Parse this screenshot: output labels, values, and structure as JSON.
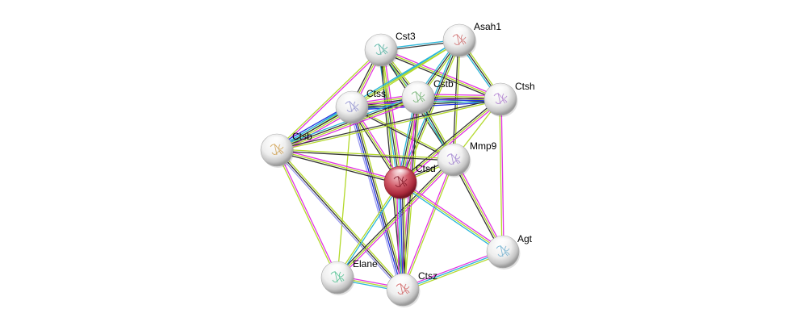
{
  "network": {
    "center_color": "#c0394a",
    "neighbor_color": "#e8e8e8",
    "edge_colors": {
      "black": "#333333",
      "lime": "#b3d92a",
      "magenta": "#e233e2",
      "cyan": "#29b6d9",
      "blue": "#2233dd",
      "lavender": "#9999ee"
    },
    "nodes": [
      {
        "id": "Cst3",
        "label": "Cst3",
        "query": false
      },
      {
        "id": "Asah1",
        "label": "Asah1",
        "query": false
      },
      {
        "id": "Ctss",
        "label": "Ctss",
        "query": false
      },
      {
        "id": "Cstb",
        "label": "Cstb",
        "query": false
      },
      {
        "id": "Ctsh",
        "label": "Ctsh",
        "query": false
      },
      {
        "id": "Ctsb",
        "label": "Ctsb",
        "query": false
      },
      {
        "id": "Mmp9",
        "label": "Mmp9",
        "query": false
      },
      {
        "id": "Ctsd",
        "label": "Ctsd",
        "query": true
      },
      {
        "id": "Agt",
        "label": "Agt",
        "query": false
      },
      {
        "id": "Elane",
        "label": "Elane",
        "query": false
      },
      {
        "id": "Ctsz",
        "label": "Ctsz",
        "query": false
      }
    ],
    "edges": [
      {
        "a": "Cst3",
        "b": "Asah1",
        "colors": [
          "cyan",
          "black"
        ]
      },
      {
        "a": "Cst3",
        "b": "Ctss",
        "colors": [
          "magenta",
          "lime",
          "black"
        ]
      },
      {
        "a": "Cst3",
        "b": "Cstb",
        "colors": [
          "lime",
          "black",
          "cyan"
        ]
      },
      {
        "a": "Cst3",
        "b": "Ctsh",
        "colors": [
          "magenta",
          "lime",
          "black"
        ]
      },
      {
        "a": "Cst3",
        "b": "Ctsb",
        "colors": [
          "magenta",
          "lime"
        ]
      },
      {
        "a": "Cst3",
        "b": "Ctsd",
        "colors": [
          "magenta",
          "lime",
          "black",
          "cyan"
        ]
      },
      {
        "a": "Cst3",
        "b": "Mmp9",
        "colors": [
          "lime",
          "black"
        ]
      },
      {
        "a": "Cst3",
        "b": "Ctsz",
        "colors": [
          "lime",
          "black"
        ]
      },
      {
        "a": "Asah1",
        "b": "Ctss",
        "colors": [
          "lime",
          "cyan"
        ]
      },
      {
        "a": "Asah1",
        "b": "Cstb",
        "colors": [
          "lime",
          "black",
          "cyan"
        ]
      },
      {
        "a": "Asah1",
        "b": "Ctsh",
        "colors": [
          "lime",
          "black",
          "cyan"
        ]
      },
      {
        "a": "Asah1",
        "b": "Ctsd",
        "colors": [
          "lime",
          "black",
          "cyan"
        ]
      },
      {
        "a": "Asah1",
        "b": "Mmp9",
        "colors": [
          "lime",
          "black"
        ]
      },
      {
        "a": "Asah1",
        "b": "Ctsb",
        "colors": [
          "lime",
          "cyan"
        ]
      },
      {
        "a": "Ctss",
        "b": "Cstb",
        "colors": [
          "magenta",
          "lime",
          "black",
          "blue",
          "cyan"
        ]
      },
      {
        "a": "Ctss",
        "b": "Ctsh",
        "colors": [
          "magenta",
          "lime",
          "black",
          "blue"
        ]
      },
      {
        "a": "Ctss",
        "b": "Ctsb",
        "colors": [
          "magenta",
          "lime",
          "black",
          "cyan",
          "blue"
        ]
      },
      {
        "a": "Ctss",
        "b": "Ctsd",
        "colors": [
          "magenta",
          "lime",
          "black"
        ]
      },
      {
        "a": "Ctss",
        "b": "Mmp9",
        "colors": [
          "lime",
          "black"
        ]
      },
      {
        "a": "Ctss",
        "b": "Ctsz",
        "colors": [
          "lime",
          "black",
          "blue",
          "lavender"
        ]
      },
      {
        "a": "Ctss",
        "b": "Elane",
        "colors": [
          "lime"
        ]
      },
      {
        "a": "Cstb",
        "b": "Ctsh",
        "colors": [
          "magenta",
          "lime",
          "black",
          "blue",
          "cyan"
        ]
      },
      {
        "a": "Cstb",
        "b": "Ctsb",
        "colors": [
          "magenta",
          "lime",
          "black",
          "cyan"
        ]
      },
      {
        "a": "Cstb",
        "b": "Ctsd",
        "colors": [
          "magenta",
          "lime",
          "black",
          "cyan"
        ]
      },
      {
        "a": "Cstb",
        "b": "Mmp9",
        "colors": [
          "lime",
          "black",
          "cyan"
        ]
      },
      {
        "a": "Cstb",
        "b": "Ctsz",
        "colors": [
          "lime",
          "black",
          "magenta"
        ]
      },
      {
        "a": "Ctsh",
        "b": "Ctsd",
        "colors": [
          "magenta",
          "lime",
          "black"
        ]
      },
      {
        "a": "Ctsh",
        "b": "Ctsb",
        "colors": [
          "lime",
          "black"
        ]
      },
      {
        "a": "Ctsh",
        "b": "Agt",
        "colors": [
          "magenta",
          "lime"
        ]
      },
      {
        "a": "Ctsh",
        "b": "Mmp9",
        "colors": [
          "lime"
        ]
      },
      {
        "a": "Ctsb",
        "b": "Ctsd",
        "colors": [
          "magenta",
          "lime",
          "black"
        ]
      },
      {
        "a": "Ctsb",
        "b": "Mmp9",
        "colors": [
          "lime",
          "black"
        ]
      },
      {
        "a": "Ctsb",
        "b": "Elane",
        "colors": [
          "magenta",
          "lime"
        ]
      },
      {
        "a": "Ctsb",
        "b": "Ctsz",
        "colors": [
          "lime",
          "black",
          "lavender"
        ]
      },
      {
        "a": "Mmp9",
        "b": "Ctsd",
        "colors": [
          "lime",
          "black"
        ]
      },
      {
        "a": "Mmp9",
        "b": "Agt",
        "colors": [
          "magenta",
          "lime",
          "black"
        ]
      },
      {
        "a": "Mmp9",
        "b": "Elane",
        "colors": [
          "magenta",
          "lime",
          "black"
        ]
      },
      {
        "a": "Mmp9",
        "b": "Ctsz",
        "colors": [
          "lime",
          "magenta"
        ]
      },
      {
        "a": "Ctsd",
        "b": "Agt",
        "colors": [
          "magenta",
          "lime",
          "cyan"
        ]
      },
      {
        "a": "Ctsd",
        "b": "Ctsz",
        "colors": [
          "lime",
          "black",
          "blue",
          "cyan",
          "magenta"
        ]
      },
      {
        "a": "Ctsd",
        "b": "Elane",
        "colors": [
          "cyan",
          "lime"
        ]
      },
      {
        "a": "Elane",
        "b": "Ctsz",
        "colors": [
          "magenta",
          "lime",
          "cyan"
        ]
      },
      {
        "a": "Ctsz",
        "b": "Agt",
        "colors": [
          "magenta",
          "cyan",
          "lime"
        ]
      }
    ]
  }
}
